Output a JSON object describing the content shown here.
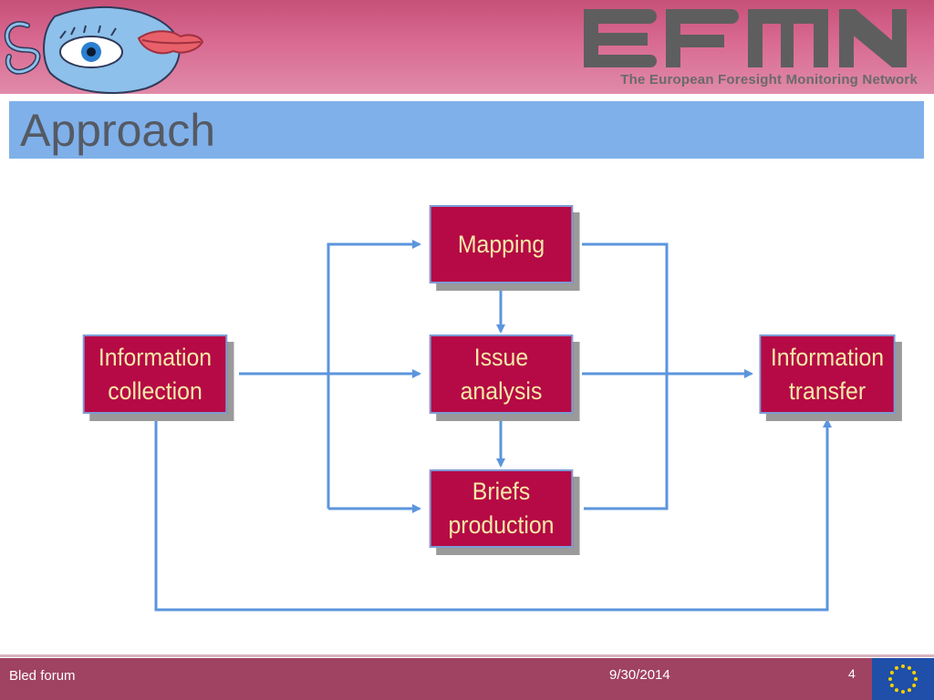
{
  "header": {
    "logo_text": "EFMN",
    "tagline": "The European Foresight Monitoring Network"
  },
  "slide": {
    "title": "Approach"
  },
  "diagram": {
    "nodes": {
      "mapping": {
        "lines": [
          "Mapping"
        ]
      },
      "issue_analysis": {
        "lines": [
          "Issue",
          "analysis"
        ]
      },
      "briefs_production": {
        "lines": [
          "Briefs",
          "production"
        ]
      },
      "information_collection": {
        "lines": [
          "Information",
          "collection"
        ]
      },
      "information_transfer": {
        "lines": [
          "Information",
          "transfer"
        ]
      }
    },
    "colors": {
      "box_fill": "#b50a45",
      "box_text": "#f6e9a8",
      "connector": "#5b95dd"
    }
  },
  "footer": {
    "left": "Bled forum",
    "date": "9/30/2014",
    "page": "4"
  },
  "icons": {
    "mascot": "fish-face-icon",
    "flag": "eu-flag-icon"
  }
}
